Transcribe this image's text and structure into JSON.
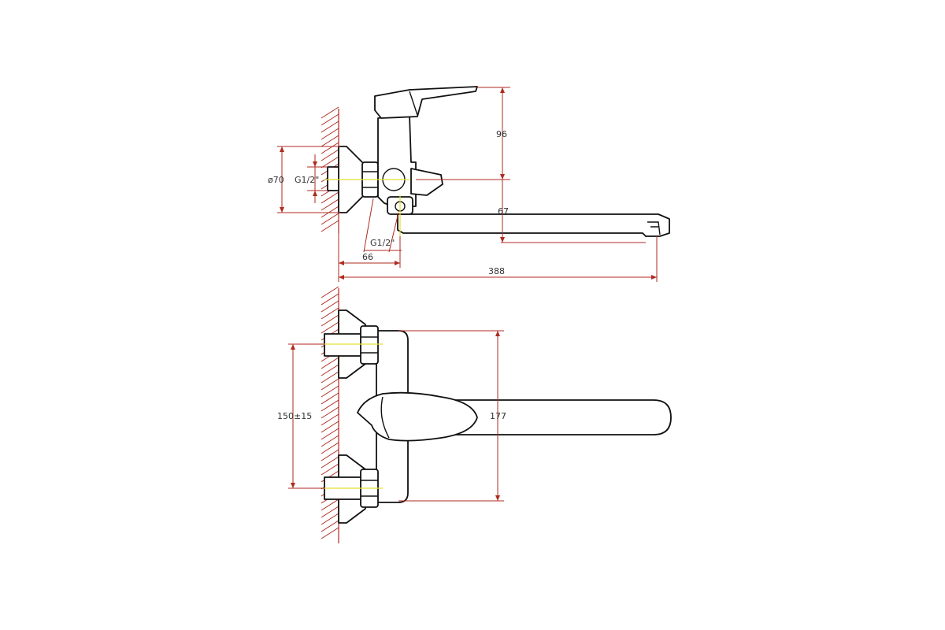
{
  "colors": {
    "dimension": "#b02a20",
    "outline": "#111111",
    "axis": "#e3e030",
    "background": "#ffffff"
  },
  "side_view": {
    "dim_height_handle": "96",
    "dim_diameter": "ø70",
    "dim_thread_inlet": "G1/2\"",
    "dim_spout_height": "67",
    "dim_thread_bottom": "G1/2\"",
    "dim_offset": "66",
    "dim_total_length": "388"
  },
  "front_view": {
    "dim_inlet_spacing": "150±15",
    "dim_body_height": "177"
  }
}
